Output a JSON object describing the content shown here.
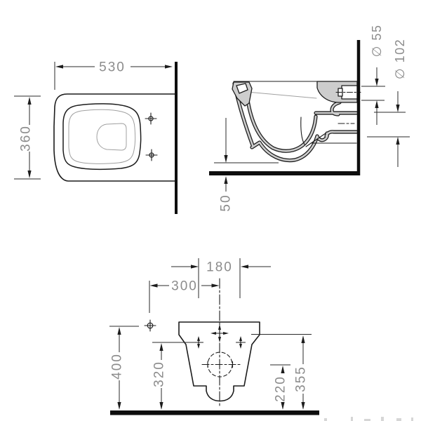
{
  "colors": {
    "line": "#1c1c1c",
    "heavy_line": "#0e0e0e",
    "dimension_text": "#8c8c8c",
    "section_fill": "#cdcdcd",
    "thin_gray": "#a0a0a0"
  },
  "views": {
    "plan": {
      "dims": {
        "width": "530",
        "depth": "360"
      }
    },
    "side": {
      "dims": {
        "inlet_diameter": "∅ 55",
        "outlet_diameter": "∅ 102",
        "floor_clearance": "50"
      }
    },
    "rear": {
      "dims": {
        "bolt_spacing": "180",
        "lateral_offset": "300",
        "height_left_outer": "400",
        "height_left_inner": "320",
        "height_right_inner": "220",
        "height_right_outer": "355"
      }
    }
  }
}
